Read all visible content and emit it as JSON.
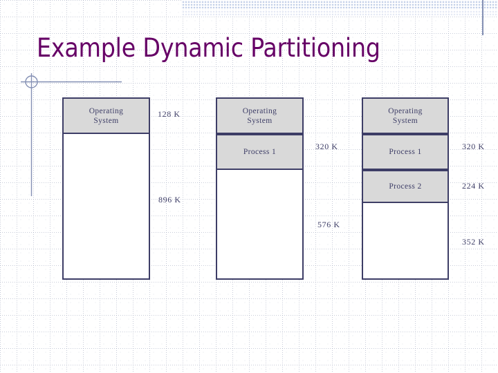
{
  "slide": {
    "title": "Example Dynamic Partitioning",
    "title_color": "#660066",
    "band_color": "#c3d0e8",
    "box_border_color": "#3d3d66",
    "segment_fill_color": "#d9d9d9"
  },
  "decoration": {
    "circle_icon": "circle-bullet-icon",
    "rule_color": "#8490b4"
  },
  "diagram": {
    "columns": [
      {
        "name": "memory-state-1",
        "segments": [
          {
            "label": "Operating\nSystem",
            "line1": "Operating",
            "line2": "System",
            "filled": true
          },
          {
            "label": "",
            "line1": "",
            "line2": "",
            "filled": false
          }
        ],
        "size_labels": [
          {
            "text": "128 K"
          },
          {
            "text": "896 K"
          }
        ]
      },
      {
        "name": "memory-state-2",
        "segments": [
          {
            "label": "Operating\nSystem",
            "line1": "Operating",
            "line2": "System",
            "filled": true
          },
          {
            "label": "Process 1",
            "line1": "Process 1",
            "line2": "",
            "filled": true
          },
          {
            "label": "",
            "line1": "",
            "line2": "",
            "filled": false
          }
        ],
        "size_labels": [
          {
            "text": "320 K"
          },
          {
            "text": "576 K"
          }
        ]
      },
      {
        "name": "memory-state-3",
        "segments": [
          {
            "label": "Operating\nSystem",
            "line1": "Operating",
            "line2": "System",
            "filled": true
          },
          {
            "label": "Process 1",
            "line1": "Process 1",
            "line2": "",
            "filled": true
          },
          {
            "label": "Process 2",
            "line1": "Process 2",
            "line2": "",
            "filled": true
          },
          {
            "label": "",
            "line1": "",
            "line2": "",
            "filled": false
          }
        ],
        "size_labels": [
          {
            "text": "320 K"
          },
          {
            "text": "224 K"
          },
          {
            "text": "352 K"
          }
        ]
      }
    ]
  },
  "labels": {
    "c1_os_line1": "Operating",
    "c1_os_line2": "System",
    "c1_size_os": "128 K",
    "c1_size_free": "896 K",
    "c2_os_line1": "Operating",
    "c2_os_line2": "System",
    "c2_p1": "Process 1",
    "c2_size_p1": "320 K",
    "c2_size_free": "576 K",
    "c3_os_line1": "Operating",
    "c3_os_line2": "System",
    "c3_p1": "Process 1",
    "c3_p2": "Process 2",
    "c3_size_p1": "320 K",
    "c3_size_p2": "224 K",
    "c3_size_free": "352 K"
  }
}
